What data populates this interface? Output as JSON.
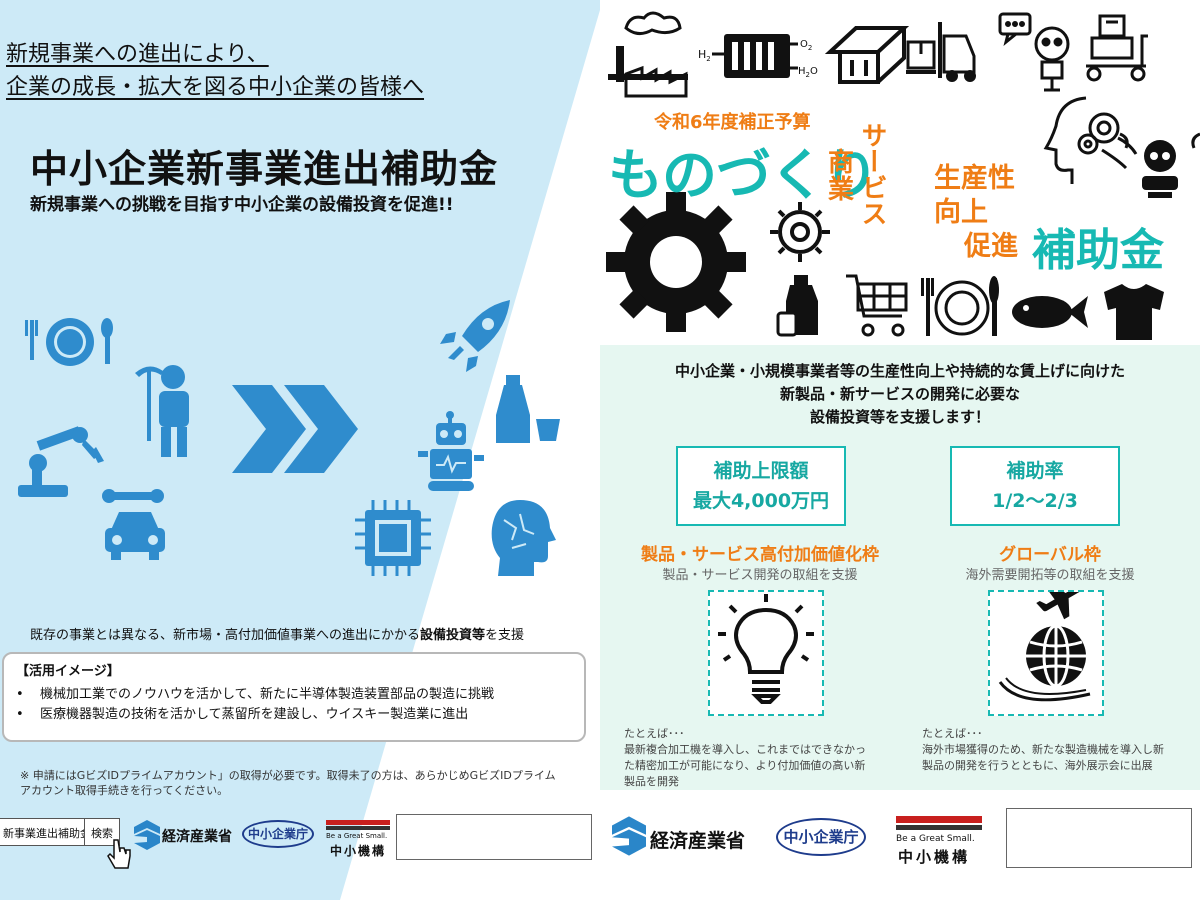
{
  "colors": {
    "teal": "#17b9b3",
    "orange": "#ef7d15",
    "light_blue": "#cdeaf7",
    "panel_green": "#e6f7f1",
    "icon_blue": "#2f8ccd"
  },
  "left": {
    "intro_lines": [
      "新規事業への進出により、",
      "企業の成長・拡大を図る中小企業の皆様へ"
    ],
    "title": "中小企業新事業進出補助金",
    "subtitle": "新規事業への挑戦を目指す中小企業の設備投資を促進!!",
    "support_text_prefix": "既存の事業とは異なる、新市場・高付加価値事業への進出にかかる",
    "support_text_bold": "設備投資等",
    "support_text_suffix": "を支援",
    "usage": {
      "title": "【活用イメージ】",
      "items": [
        "機械加工業でのノウハウを活かして、新たに半導体製造装置部品の製造に挑戦",
        "医療機器製造の技術を活かして蒸留所を建設し、ウイスキー製造業に進出"
      ]
    },
    "note": "※ 申請にはGビズIDプライムアカウント」の取得が必要です。取得未了の方は、あらかじめGビズIDプライム　　アカウント取得手続きを行ってください。",
    "search": {
      "query": "新事業進出補助金",
      "button": "検索"
    },
    "footer": {
      "meti": "経済産業省",
      "chusho": "中小企業庁",
      "smrj_tag": "Be a Great Small.",
      "smrj": "中小機構"
    },
    "icons": [
      "dining-icon",
      "worker-icon",
      "robot-arm-icon",
      "car-repair-icon",
      "chevron-right-icon",
      "rocket-icon",
      "sake-icon",
      "robot-icon",
      "chip-icon",
      "ai-head-icon"
    ]
  },
  "right": {
    "budget_label": "令和6年度補正予算",
    "monozukuri": "ものづくり",
    "shogyo": "商業",
    "service": "サービス",
    "seisansei_lines": [
      "生産性",
      "向上",
      "促進"
    ],
    "hojokin": "補助金",
    "h2_label": "H",
    "h2_sub": "2",
    "o2_label": "O",
    "o2_sub": "2",
    "h2o_label": "H",
    "h2o_sub": "2",
    "h2o_tail": "O",
    "panel_lines": [
      "中小企業・小規模事業者等の生産性向上や持続的な賃上げに向けた",
      "新製品・新サービスの開発に必要な",
      "設備投資等を支援します！"
    ],
    "limit_box": {
      "label": "補助上限額",
      "value": "最大4,000万円"
    },
    "rate_box": {
      "label": "補助率",
      "value": "1/2〜2/3"
    },
    "frames": [
      {
        "name": "製品・サービス高付加価値化枠",
        "desc": "製品・サービス開発の取組を支援",
        "example_head": "たとえば･･･",
        "example_lines": [
          "最新複合加工機を導入し、これまではできなかっ",
          "た精密加工が可能になり、より付加価値の高い新",
          "製品を開発"
        ]
      },
      {
        "name": "グローバル枠",
        "desc": "海外需要開拓等の取組を支援",
        "example_head": "たとえば･･･",
        "example_lines": [
          "海外市場獲得のため、新たな製造機械を導入し新",
          "製品の開発を行うとともに、海外展示会に出展"
        ]
      }
    ],
    "footer": {
      "meti": "経済産業省",
      "chusho": "中小企業庁",
      "smrj_tag": "Be a Great Small.",
      "smrj": "中小機構"
    },
    "icons": [
      "factory-icon",
      "fuel-cell-icon",
      "steel-beam-icon",
      "forklift-icon",
      "chat-robot-icon",
      "hand-truck-icon",
      "gear-head-icon",
      "robot-icon",
      "large-gear-icon",
      "small-gear-icon",
      "bottle-cup-icon",
      "shopping-cart-icon",
      "dining-icon",
      "fish-icon",
      "tshirt-icon",
      "lightbulb-icon",
      "globe-plane-icon"
    ]
  }
}
